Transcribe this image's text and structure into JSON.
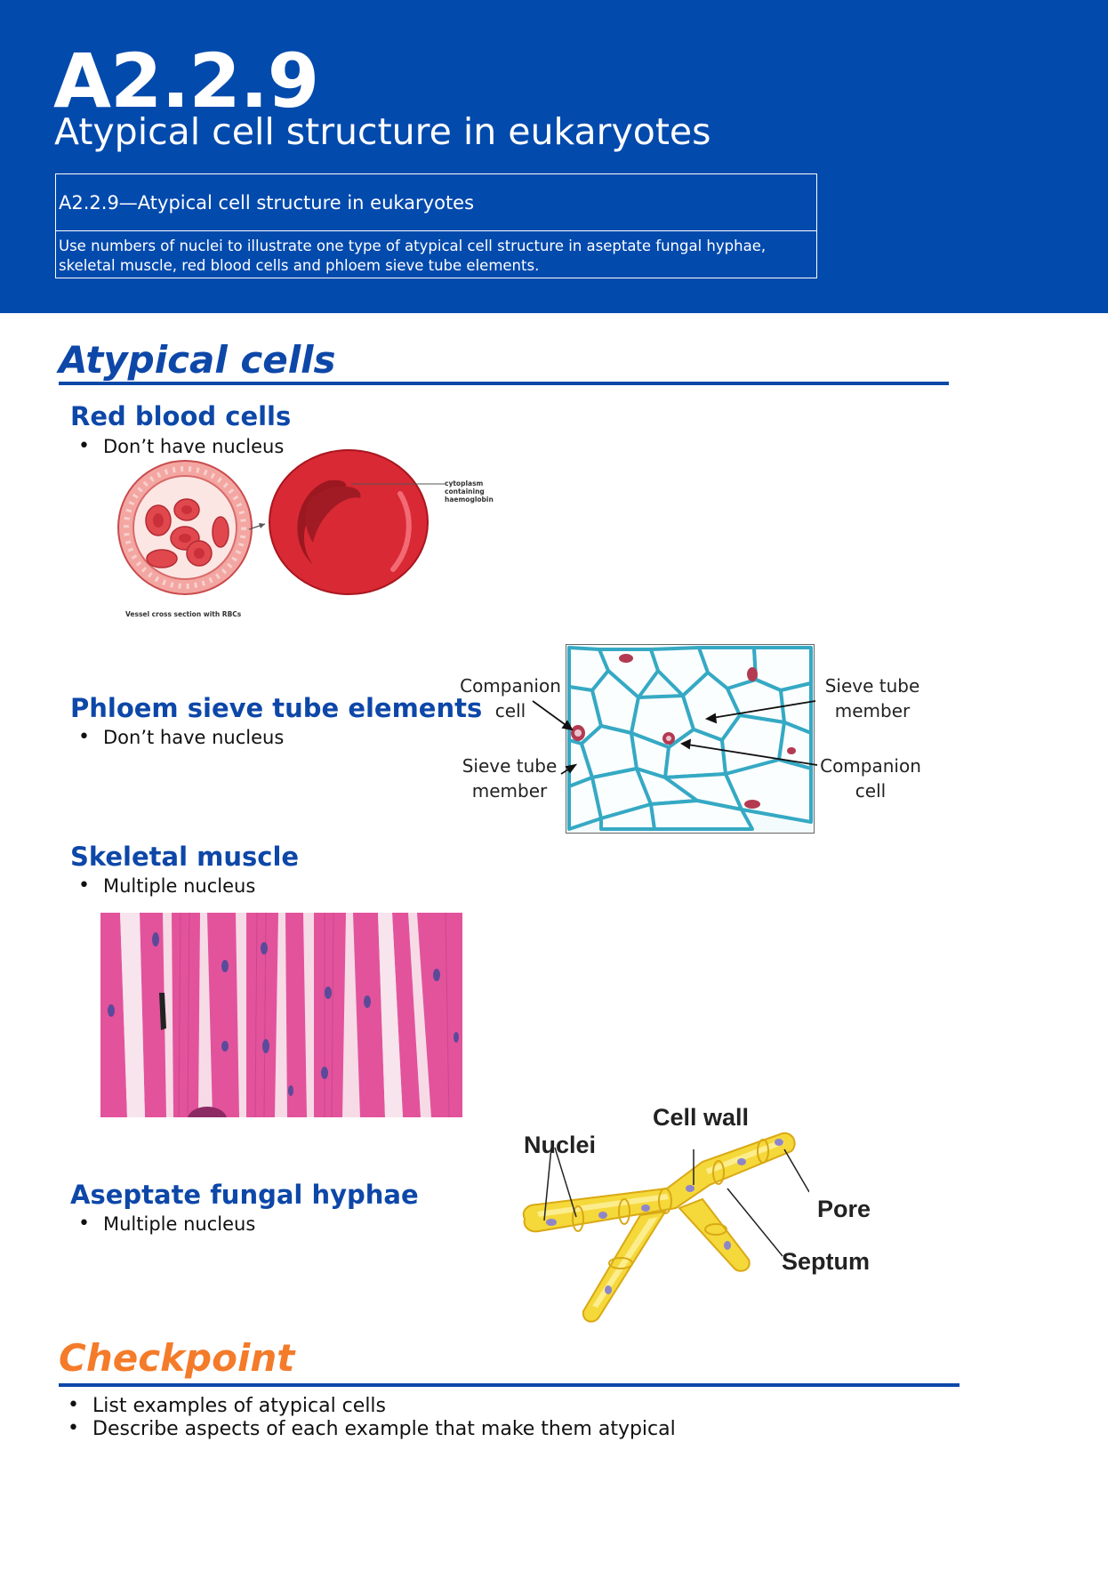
{
  "header": {
    "code": "A2.2.9",
    "title": "Atypical cell structure in eukaryotes",
    "syllabus_heading": "A2.2.9—Atypical cell structure in eukaryotes",
    "syllabus_text": "Use numbers of nuclei to illustrate one type of atypical cell structure in aseptate fungal hyphae, skeletal muscle, red blood cells and phloem sieve tube elements."
  },
  "section": {
    "title": "Atypical cells"
  },
  "rbc": {
    "title": "Red blood cells",
    "bullet": "Don’t have nucleus",
    "label_cytoplasm": "cytoplasm containing haemoglobin",
    "label_vessel": "Vessel cross section with RBCs"
  },
  "phloem": {
    "title": "Phloem sieve tube elements",
    "bullet": "Don’t have nucleus",
    "label_companion_left": "Companion cell",
    "label_sieve_left": "Sieve tube member",
    "label_sieve_right": "Sieve tube member",
    "label_companion_right": "Companion cell"
  },
  "muscle": {
    "title": "Skeletal muscle",
    "bullet": "Multiple nucleus"
  },
  "fungi": {
    "title": "Aseptate fungal hyphae",
    "bullet": "Multiple nucleus",
    "label_nuclei": "Nuclei",
    "label_cell_wall": "Cell wall",
    "label_pore": "Pore",
    "label_septum": "Septum"
  },
  "checkpoint": {
    "title": "Checkpoint",
    "items": [
      "List examples of atypical cells",
      "Describe aspects of each example that make them atypical"
    ]
  },
  "colors": {
    "header_bg": "#034aad",
    "heading_blue": "#0d47a8",
    "checkpoint_orange": "#f47b2a"
  }
}
